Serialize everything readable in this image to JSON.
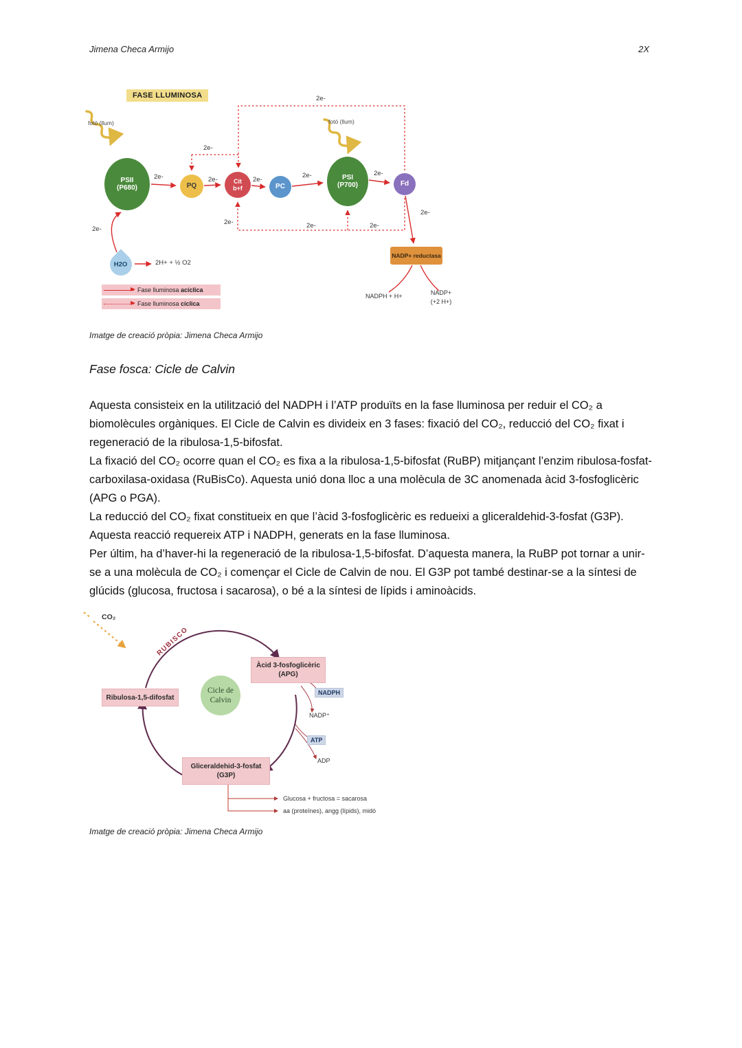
{
  "header": {
    "author": "Jimena Checa Armijo",
    "page_number": "2X"
  },
  "diagram1": {
    "title": "FASE LLUMINOSA",
    "photon_label": "fotó (llum)",
    "e2": "2e-",
    "nodes": {
      "psii_line1": "PSII",
      "psii_line2": "(P680)",
      "pq": "PQ",
      "cit_line1": "Cit",
      "cit_line2": "b+f",
      "pc": "PC",
      "psi_line1": "PSI",
      "psi_line2": "(P700)",
      "fd": "Fd",
      "nadp_reductase": "NADP+ reductasa",
      "h2o": "H2O"
    },
    "water_products": "2H+  +  ½ O2",
    "products": {
      "nadph": "NADPH + H+",
      "nadp_line1": "NADP+",
      "nadp_line2": "(+2 H+)"
    },
    "legend": {
      "acyclic_prefix": "Fase lluminosa ",
      "acyclic_bold": "acíclica",
      "cyclic_prefix": "Fase lluminosa ",
      "cyclic_bold": "cíclica"
    }
  },
  "caption1": "Imatge de creació pròpia: Jimena Checa Armijo",
  "section": {
    "heading": "Fase fosca: Cicle de Calvin"
  },
  "body": {
    "paragraphs": [
      "Aquesta consisteix en la utilització del NADPH i l’ATP produïts en la fase lluminosa per reduir el CO₂ a biomolècules orgàniques. El Cicle de Calvin es divideix en 3 fases: fixació del CO₂, reducció del CO₂ fixat i regeneració de la ribulosa-1,5-bifosfat.",
      "La fixació del CO₂ ocorre quan el CO₂ es fixa a la ribulosa-1,5-bifosfat (RuBP) mitjançant l’enzim ribulosa-fosfat-carboxilasa-oxidasa (RuBisCo). Aquesta unió dona lloc a una molècula de 3C anomenada àcid 3-fosfoglicèric (APG o PGA).",
      "La reducció del CO₂ fixat constitueix en que l’àcid 3-fosfoglicèric es redueixi a gliceraldehid-3-fosfat (G3P). Aquesta reacció requereix ATP i NADPH, generats en la fase lluminosa.",
      "Per últim, ha d’haver-hi la regeneració de la ribulosa-1,5-bifosfat. D’aquesta manera, la RuBP pot tornar a unir-se a una molècula de CO₂ i començar el Cicle de Calvin de nou. El G3P pot també destinar-se a la síntesi de glúcids (glucosa, fructosa i sacarosa), o bé a la síntesi de lípids i aminoàcids."
    ]
  },
  "diagram2": {
    "co2": "CO₂",
    "rubisco": "RUBISCO",
    "center_line1": "Cicle de",
    "center_line2": "Calvin",
    "boxes": {
      "apg_line1": "Àcid 3-fosfoglicèric",
      "apg_line2": "(APG)",
      "rubp": "Ribulosa-1,5-difosfat",
      "g3p_line1": "Gliceraldehid-3-fosfat",
      "g3p_line2": "(G3P)"
    },
    "labels": {
      "nadph": "NADPH",
      "nadp": "NADP⁺",
      "atp": "ATP",
      "adp": "ADP",
      "products1": "Glucosa + fructosa = sacarosa",
      "products2": "aa (proteïnes), angg (lípids), midó"
    }
  },
  "caption2": "Imatge de creació pròpia: Jimena Checa Armijo"
}
